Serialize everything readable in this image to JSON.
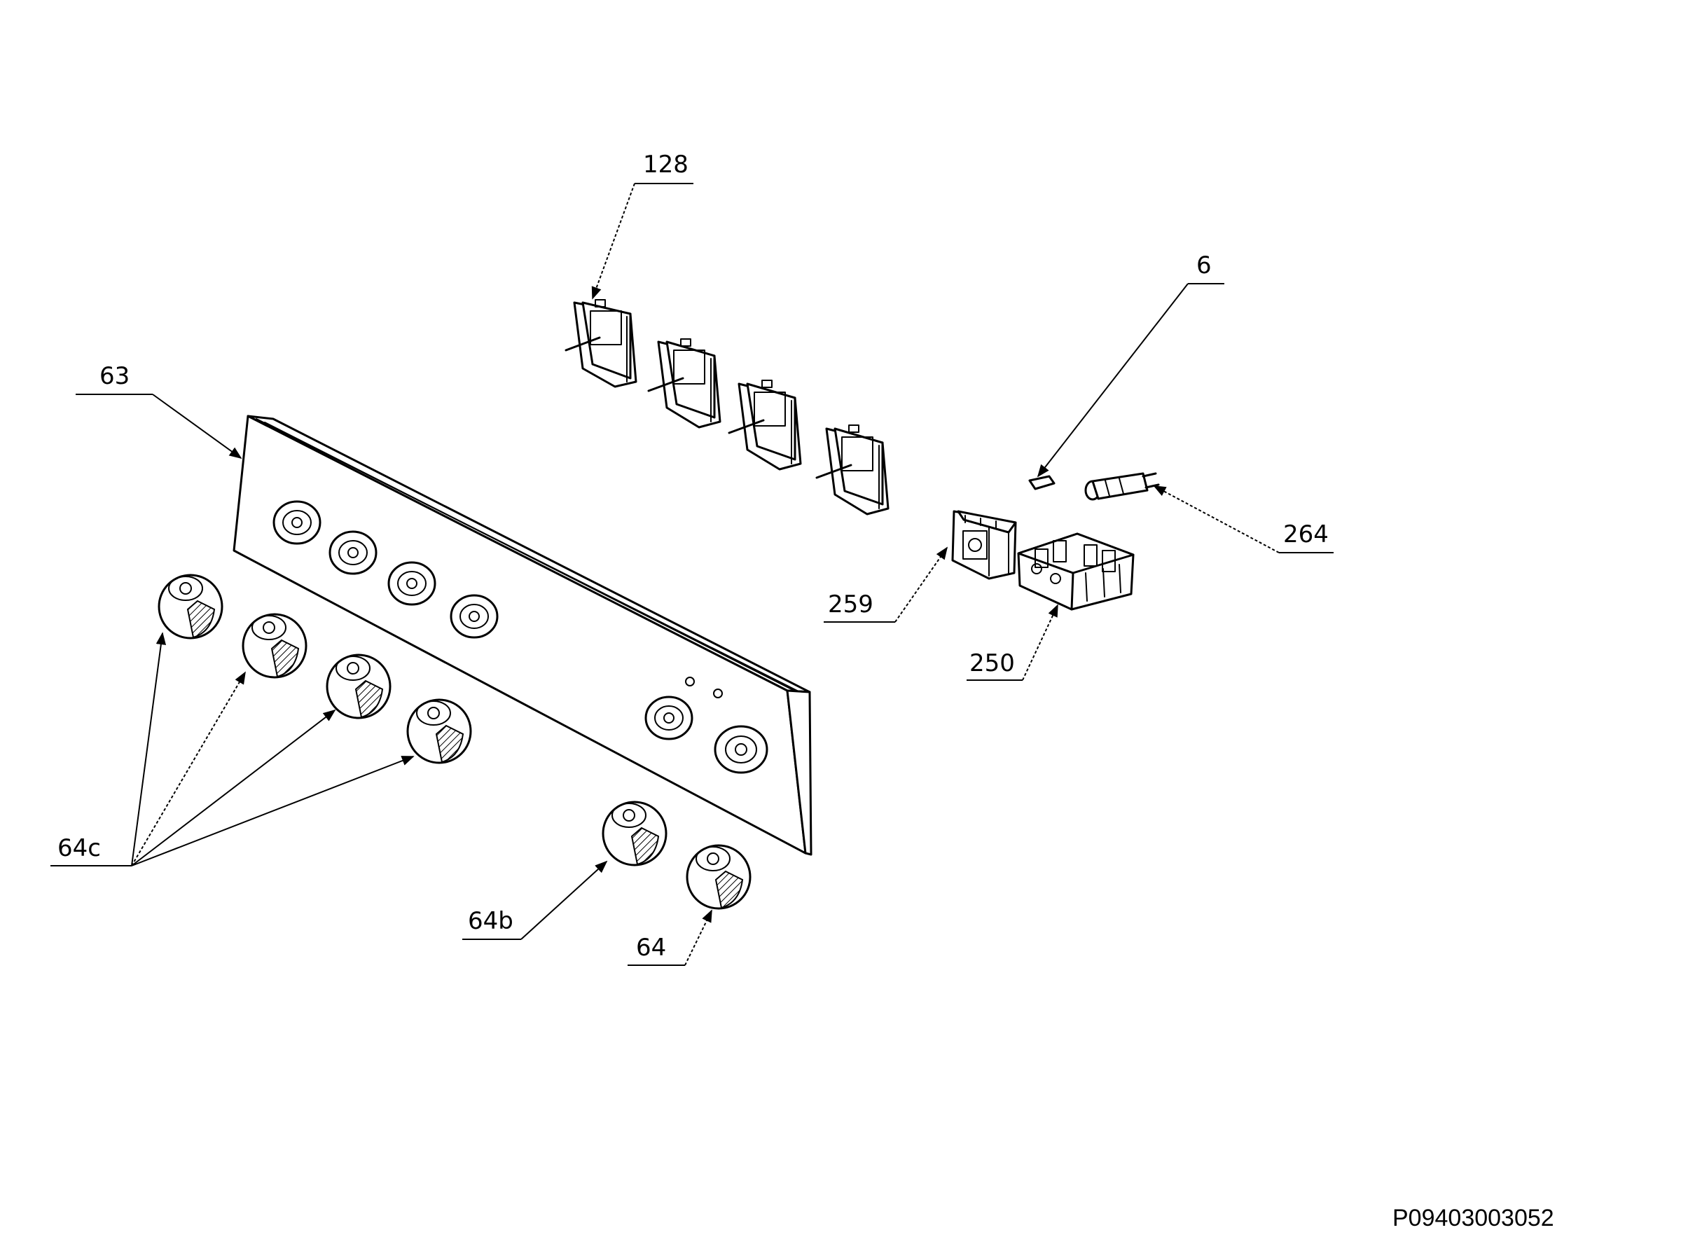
{
  "labels": {
    "l128": "128",
    "l6": "6",
    "l63": "63",
    "l264": "264",
    "l259": "259",
    "l250": "250",
    "l64c": "64c",
    "l64b": "64b",
    "l64": "64"
  },
  "document_id": "P09403003052"
}
